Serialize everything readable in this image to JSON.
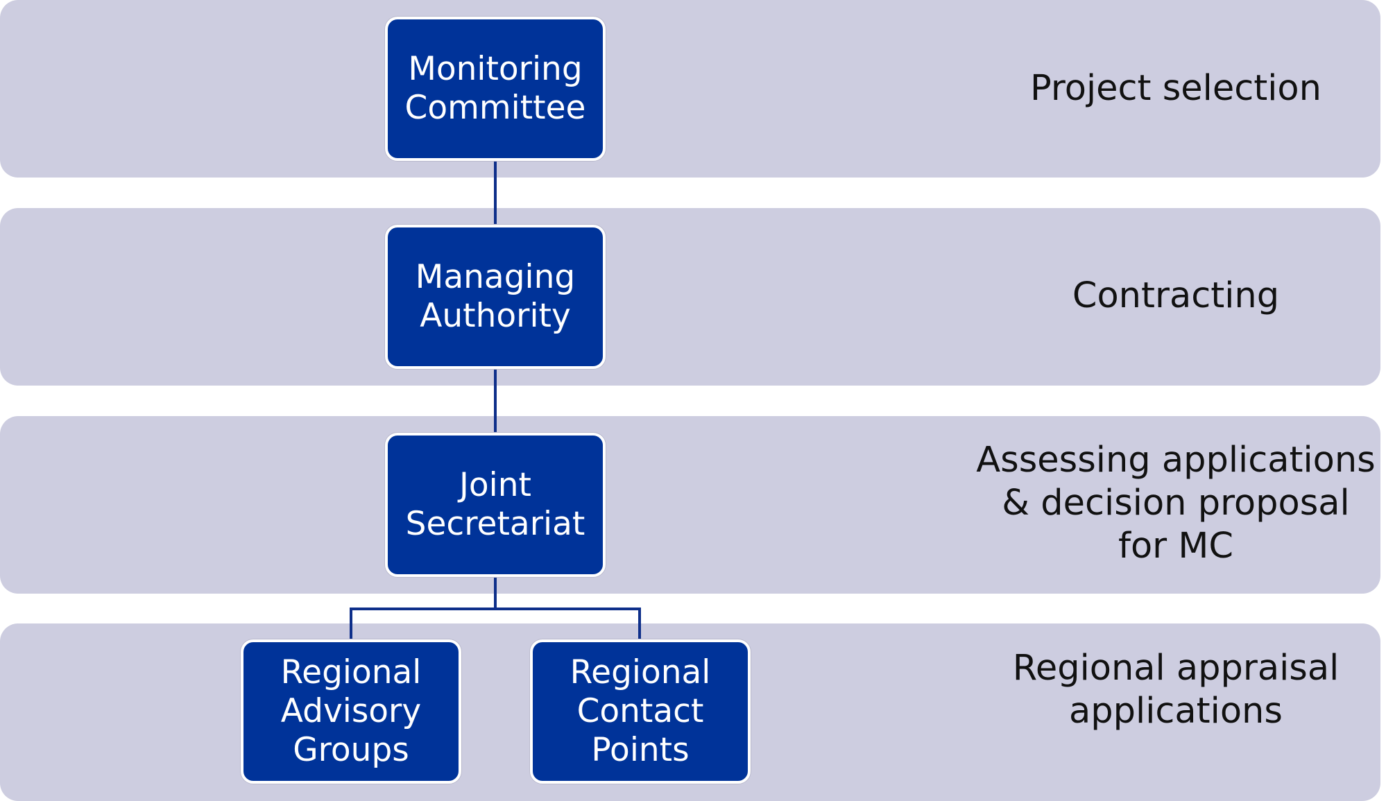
{
  "bands": [
    {
      "label": "Project selection"
    },
    {
      "label": "Contracting"
    },
    {
      "label": "Assessing applications\n& decision proposal\nfor MC"
    },
    {
      "label": "Regional appraisal\napplications"
    }
  ],
  "nodes": {
    "monitoring_committee": "Monitoring\nCommittee",
    "managing_authority": "Managing\nAuthority",
    "joint_secretariat": "Joint\nSecretariat",
    "regional_advisory_groups": "Regional\nAdvisory\nGroups",
    "regional_contact_points": "Regional\nContact\nPoints"
  },
  "colors": {
    "band_fill": "#cdcde0",
    "node_fill": "#003399",
    "connector": "#0e2f8a",
    "text_dark": "#111111",
    "text_light": "#ffffff"
  }
}
